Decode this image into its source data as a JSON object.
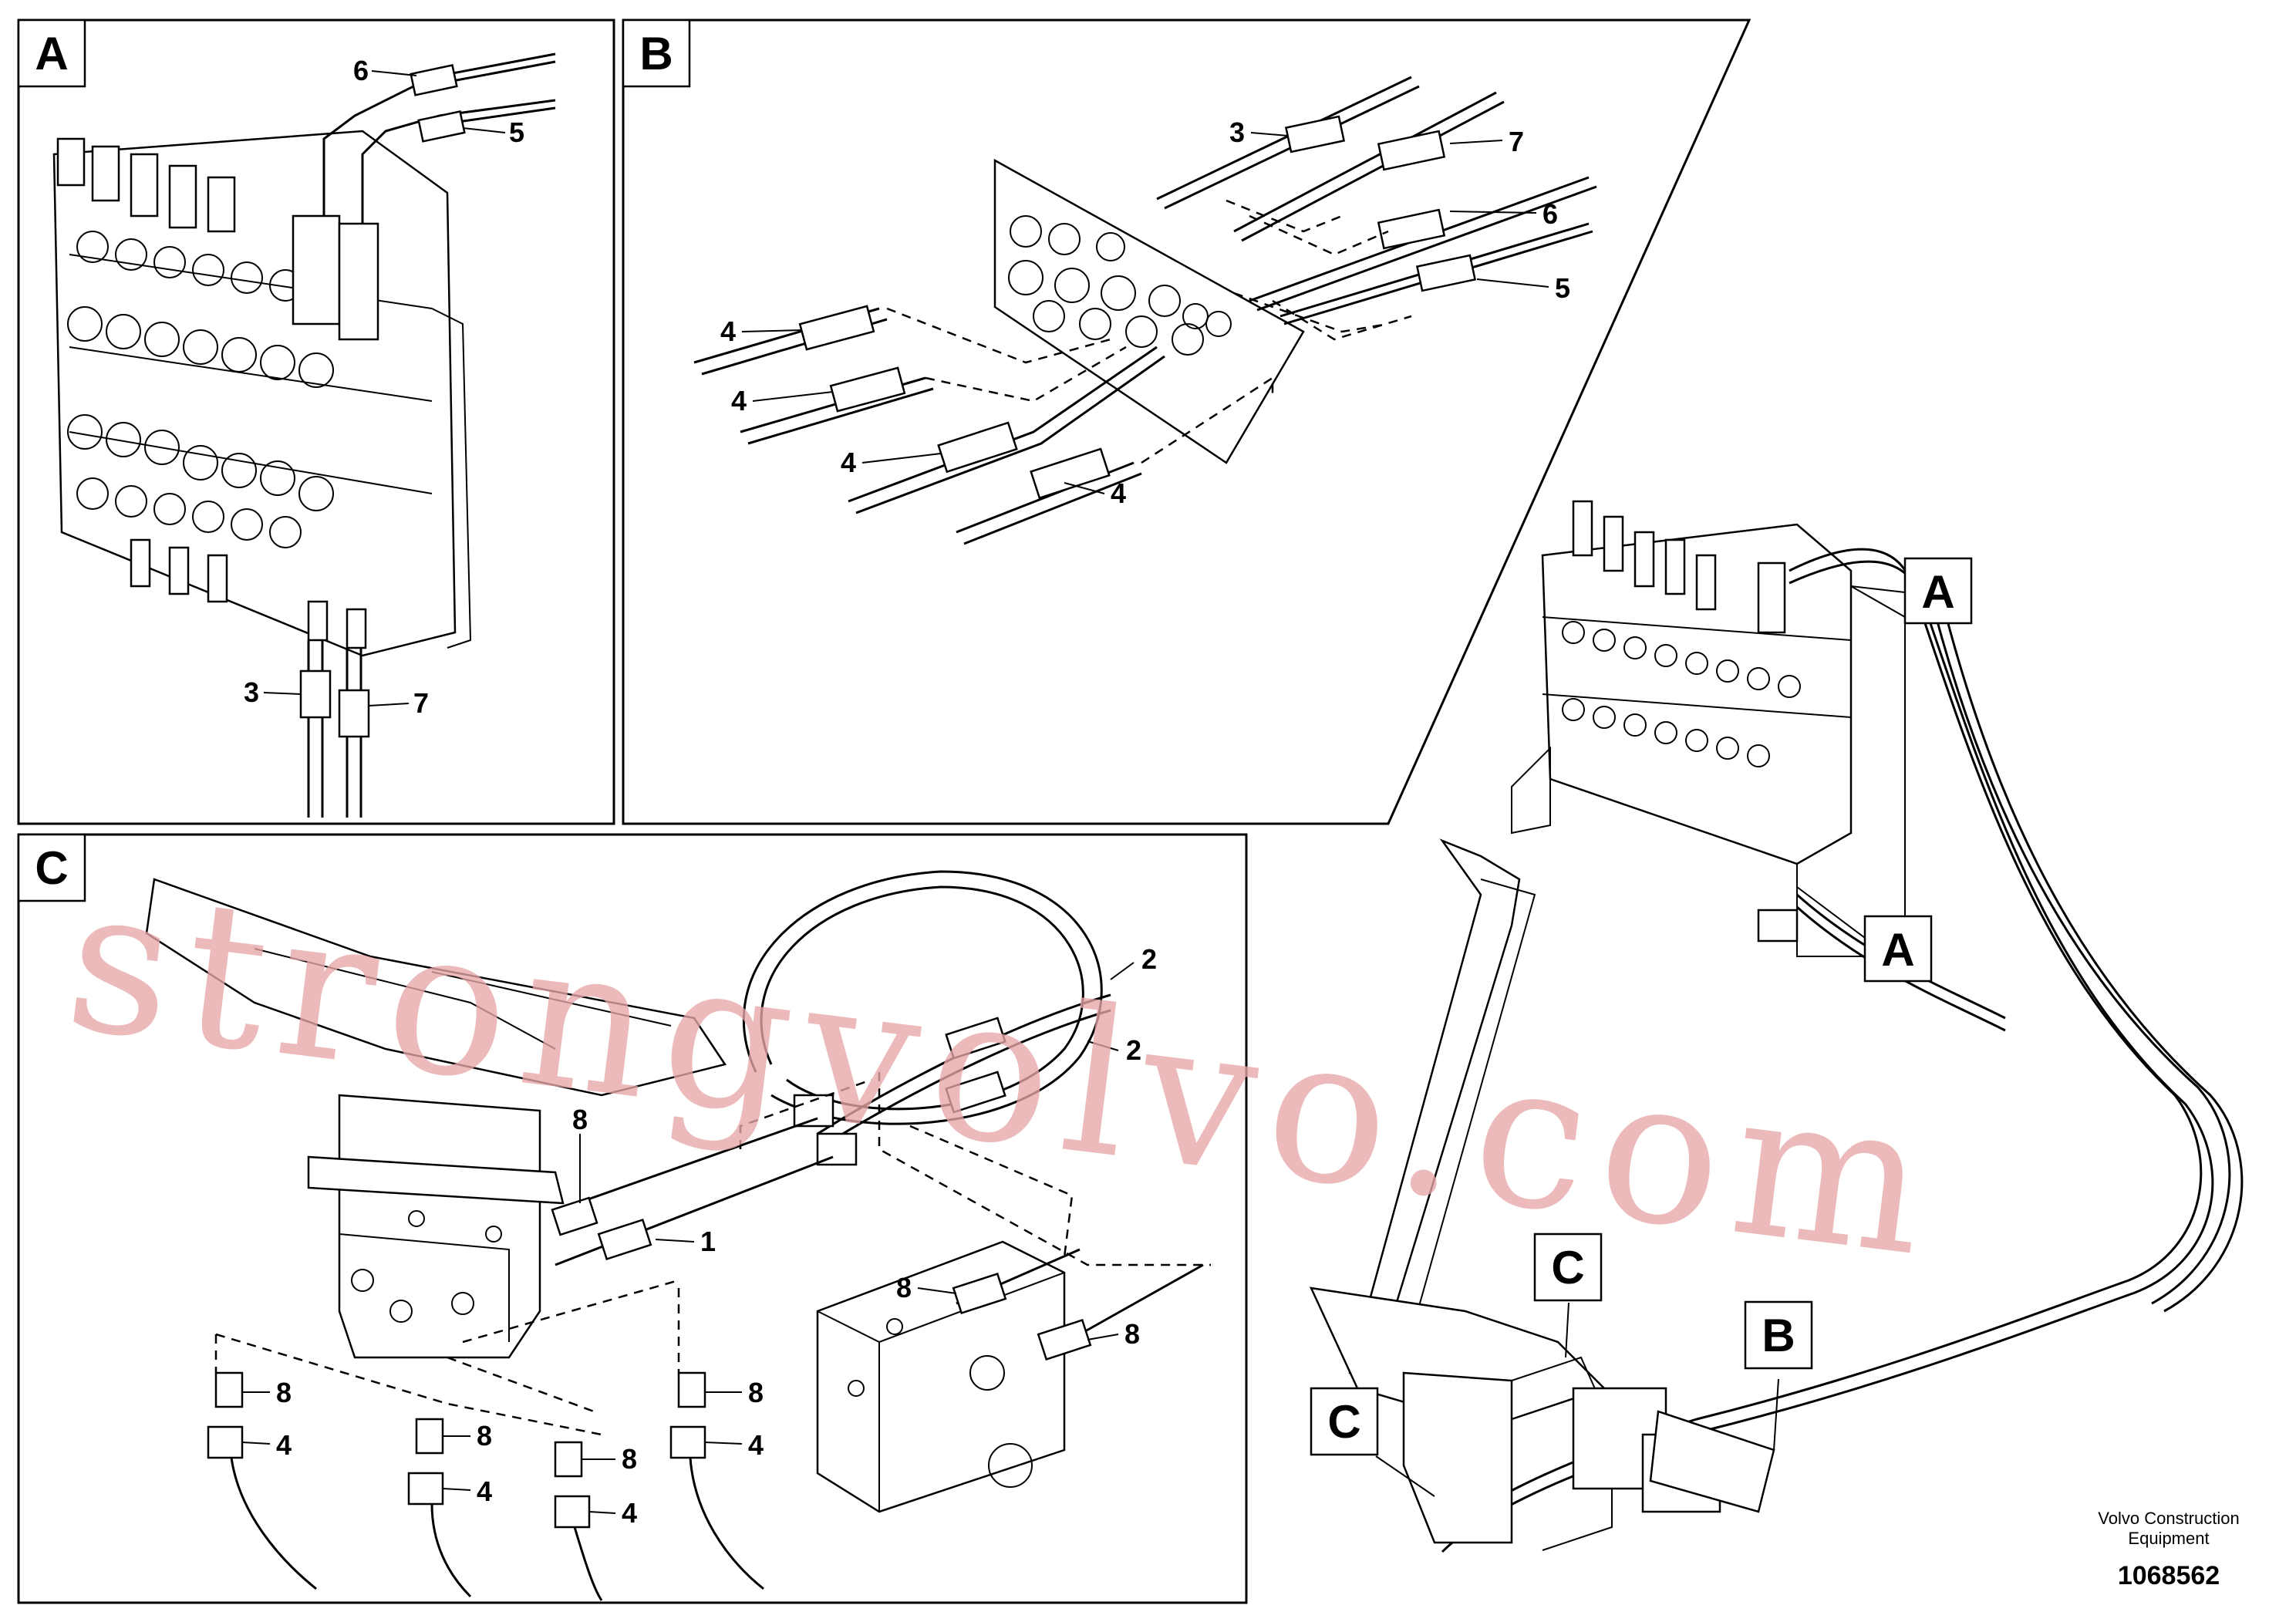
{
  "panels": [
    {
      "id": "A",
      "label": "A"
    },
    {
      "id": "B",
      "label": "B"
    },
    {
      "id": "C",
      "label": "C"
    }
  ],
  "callouts": {
    "a_6": "6",
    "a_5": "5",
    "a_3": "3",
    "a_7": "7",
    "b_3": "3",
    "b_7": "7",
    "b_6": "6",
    "b_5": "5",
    "b_4a": "4",
    "b_4b": "4",
    "b_4c": "4",
    "b_4d": "4",
    "c_2a": "2",
    "c_2b": "2",
    "c_8a": "8",
    "c_1": "1",
    "c_8b": "8",
    "c_8c": "8",
    "c_8d": "8",
    "c_8e": "8",
    "c_8f": "8",
    "c_8g": "8",
    "c_4a": "4",
    "c_4b": "4",
    "c_4c": "4",
    "c_4d": "4"
  },
  "overview_refs": [
    "A",
    "A",
    "B",
    "C",
    "C"
  ],
  "footer": {
    "company_line1": "Volvo Construction",
    "company_line2": "Equipment",
    "drawing_number": "1068562"
  },
  "watermark": "strongvolvo.com"
}
